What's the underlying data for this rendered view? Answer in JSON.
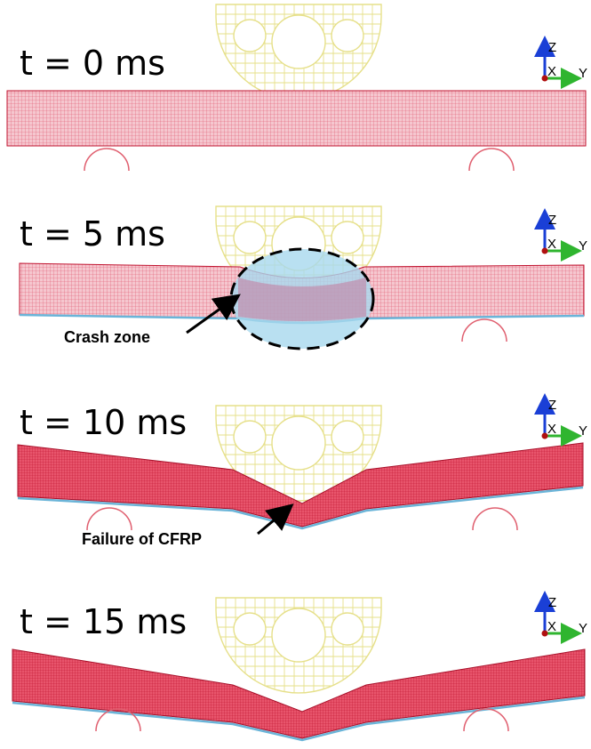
{
  "figure": {
    "panels": [
      {
        "time_label": "t = 0 ms"
      },
      {
        "time_label": "t = 5 ms"
      },
      {
        "time_label": "t = 10 ms"
      },
      {
        "time_label": "t = 15 ms"
      }
    ],
    "annotations": {
      "crash_zone": "Crash zone",
      "failure": "Failure of CFRP"
    },
    "triad": {
      "z": "Z",
      "x": "X",
      "y": "Y"
    },
    "colors": {
      "beam": "#d9203e",
      "beam_light": "#f2a6b4",
      "impactor_mesh": "#e6e08a",
      "support": "#e06070",
      "bottom_layer": "#6ab4d8",
      "crash_zone_fill": "#a8d8ee",
      "axis_z": "#1a3fd6",
      "axis_y": "#2fb52f",
      "axis_x": "#b01010"
    }
  }
}
